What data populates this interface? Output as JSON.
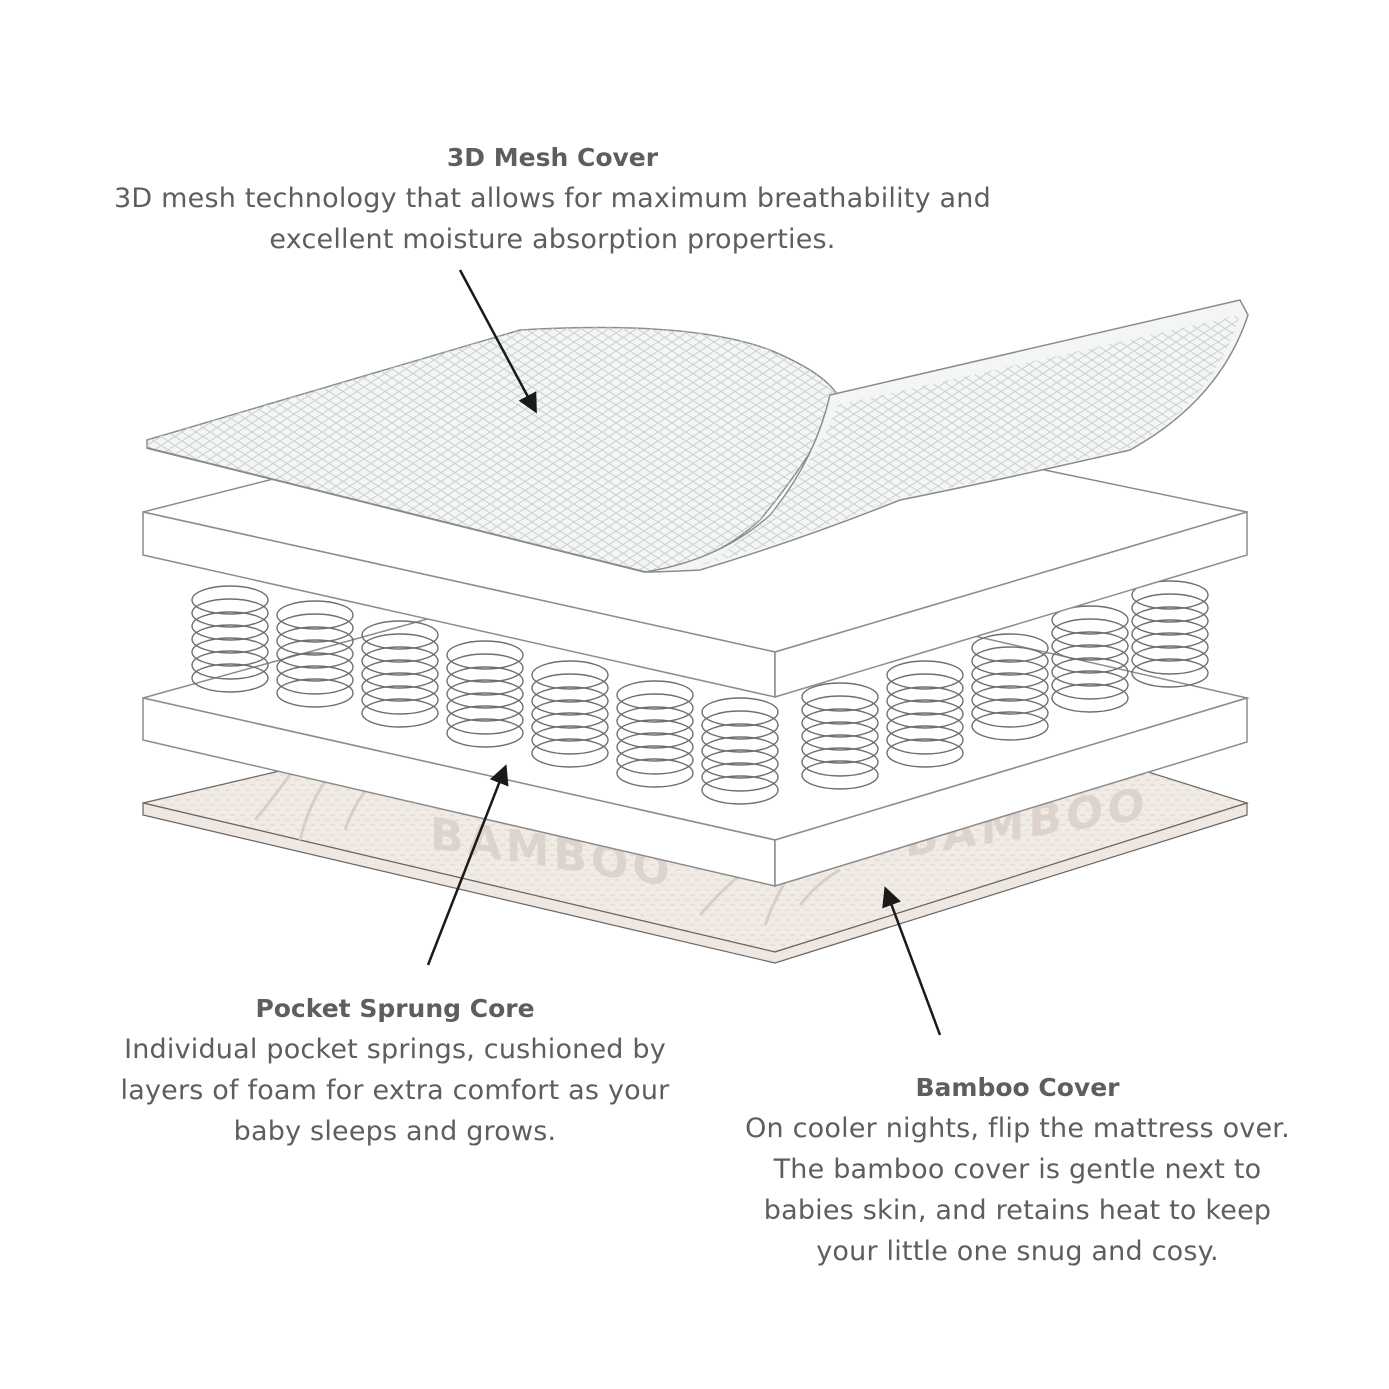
{
  "callouts": {
    "mesh": {
      "title": "3D Mesh Cover",
      "description_lines": [
        "3D mesh technology that allows for maximum breathability and",
        "excellent moisture absorption properties."
      ]
    },
    "core": {
      "title": "Pocket Sprung Core",
      "description_lines": [
        "Individual pocket springs, cushioned by",
        "layers of foam for extra comfort as your",
        "baby sleeps and grows."
      ]
    },
    "bamboo": {
      "title": "Bamboo Cover",
      "description_lines": [
        "On cooler nights, flip the mattress over.",
        "The bamboo cover is gentle next to",
        "babies skin, and retains heat to keep",
        "your little one snug and cosy."
      ]
    }
  },
  "watermark": {
    "text_left": "BAMBOO",
    "text_right": "BAMBOO"
  },
  "colors": {
    "text": "#5e5e5e",
    "outline": "#8c8c8c",
    "mesh_fill": "#f4f6f5",
    "mesh_grid": "#c9d2cf",
    "bamboo_fill": "#f1ebe6",
    "bamboo_edge": "#6b6561",
    "watermark": "#ddd3cc",
    "arrow": "#1a1a1a"
  }
}
